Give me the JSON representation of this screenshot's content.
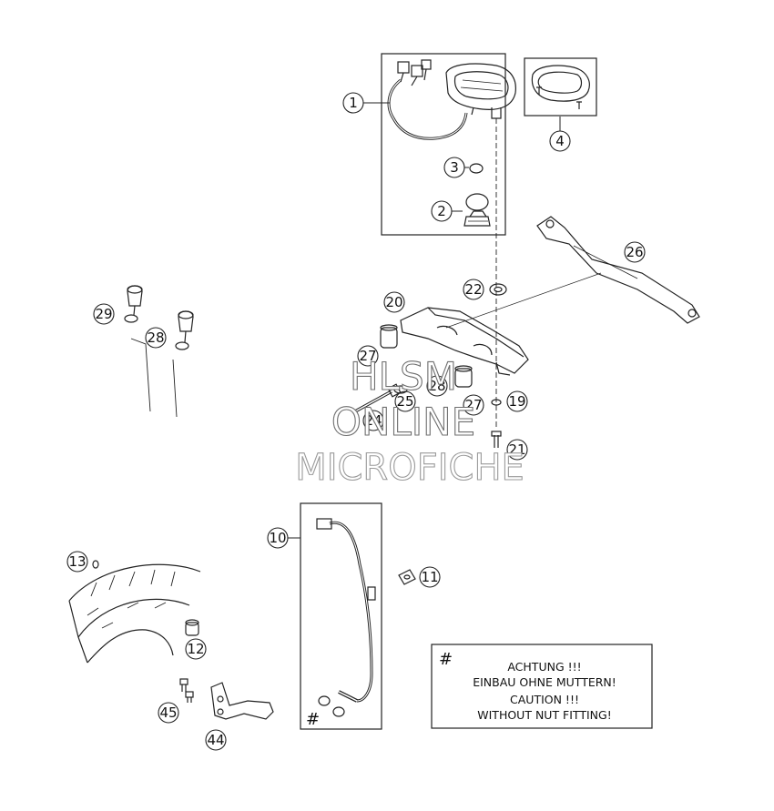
{
  "callouts": {
    "c1": "1",
    "c2": "2",
    "c3": "3",
    "c4": "4",
    "c10": "10",
    "c11": "11",
    "c12": "12",
    "c13": "13",
    "c19": "19",
    "c20": "20",
    "c21": "21",
    "c22": "22",
    "c24": "24",
    "c25": "25",
    "c26": "26",
    "c27a": "27",
    "c27b": "27",
    "c28a": "28",
    "c28b": "28",
    "c29": "29",
    "c44": "44",
    "c45": "45"
  },
  "hash_marks": {
    "sensor": "#",
    "note": "#"
  },
  "note": {
    "line1": "ACHTUNG !!!",
    "line2": "EINBAU OHNE MUTTERN!",
    "line3": "CAUTION !!!",
    "line4": "WITHOUT NUT FITTING!"
  },
  "watermark": {
    "line1": "HLSM",
    "line2": "ONLINE",
    "line3": "MICROFICHE"
  }
}
